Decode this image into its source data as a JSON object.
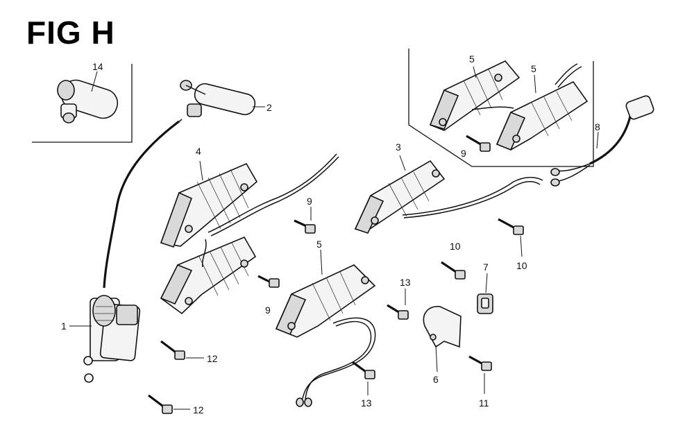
{
  "figure": {
    "title": "FIG H"
  },
  "callouts": {
    "c14": "14",
    "c2": "2",
    "c4": "4",
    "c3": "3",
    "c5a": "5",
    "c5b": "5",
    "c5c": "5",
    "c8": "8",
    "c9a": "9",
    "c9b": "9",
    "c9c": "9",
    "c1": "1",
    "c12a": "12",
    "c12b": "12",
    "c13a": "13",
    "c13b": "13",
    "c10a": "10",
    "c10b": "10",
    "c7": "7",
    "c6": "6",
    "c11": "11"
  }
}
